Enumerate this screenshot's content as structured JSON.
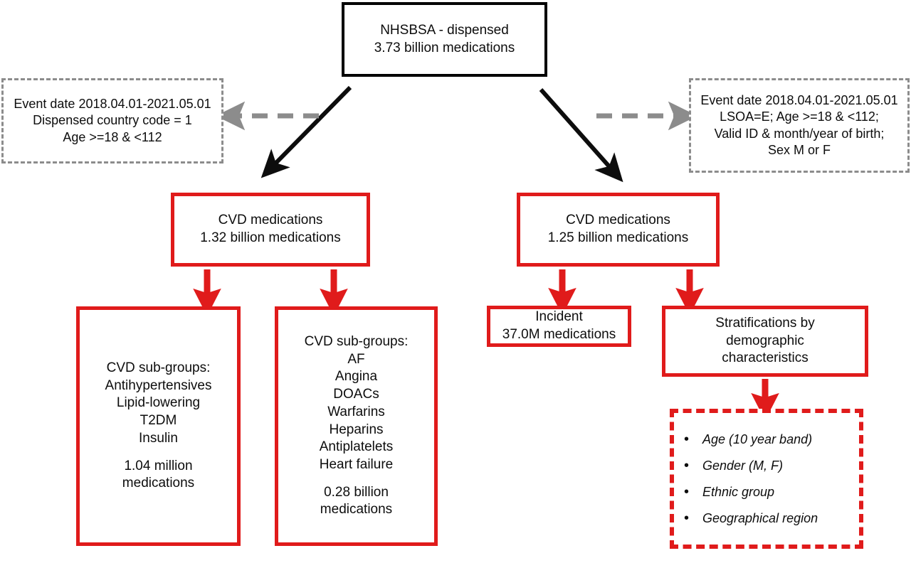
{
  "diagram": {
    "title": "NHSBSA dispensed medications CVD cohort flow diagram",
    "colors": {
      "black": "#000000",
      "red": "#e01b1b",
      "grey": "#8c8c8c",
      "background": "#ffffff"
    },
    "root_box": {
      "lines": [
        "NHSBSA - dispensed",
        "3.73 billion medications"
      ]
    },
    "criteria_left": {
      "lines": [
        "Event date 2018.04.01-2021.05.01",
        "Dispensed country code = 1",
        "Age >=18 & <112"
      ]
    },
    "criteria_right": {
      "lines": [
        "Event date 2018.04.01-2021.05.01",
        "LSOA=E; Age >=18 & <112;",
        "Valid ID & month/year of birth;",
        "Sex M or F"
      ]
    },
    "cvd_left": {
      "lines": [
        "CVD medications",
        "1.32 billion medications"
      ]
    },
    "cvd_right": {
      "lines": [
        "CVD medications",
        "1.25 billion medications"
      ]
    },
    "subgroups_left": {
      "lines": [
        "CVD sub-groups:",
        "Antihypertensives",
        "Lipid-lowering",
        "T2DM",
        "Insulin"
      ],
      "total_lines": [
        "1.04 million",
        "medications"
      ]
    },
    "subgroups_right": {
      "lines": [
        "CVD sub-groups:",
        "AF",
        "Angina",
        "DOACs",
        "Warfarins",
        "Heparins",
        "Antiplatelets",
        "Heart failure"
      ],
      "total_lines": [
        "0.28 billion",
        "medications"
      ]
    },
    "incident": {
      "lines": [
        "Incident",
        "37.0M medications"
      ]
    },
    "stratifications": {
      "lines": [
        "Stratifications by",
        "demographic",
        "characteristics"
      ]
    },
    "stratification_bullets": [
      {
        "bullet": "•",
        "label": "Age (10 year band)"
      },
      {
        "bullet": "•",
        "label": "Gender (M, F)"
      },
      {
        "bullet": "•",
        "label": "Ethnic group"
      },
      {
        "bullet": "•",
        "label": "Geographical region"
      }
    ]
  }
}
